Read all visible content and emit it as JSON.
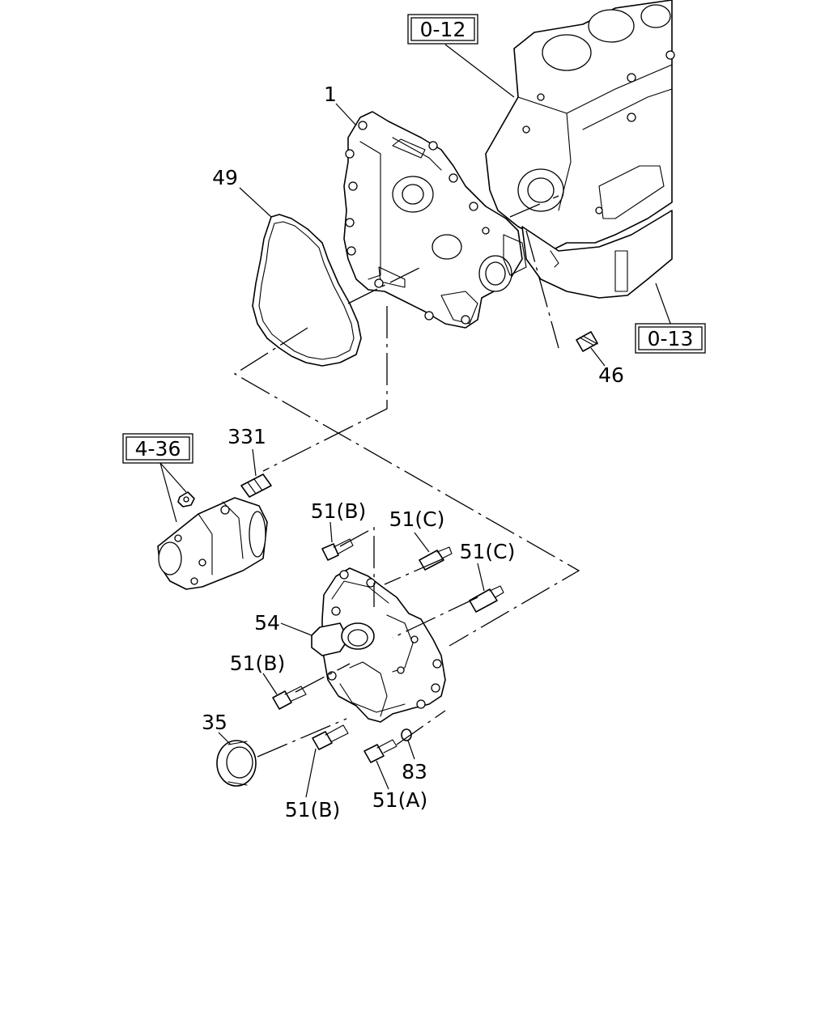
{
  "diagram": {
    "refs": [
      {
        "id": "ref-0-12",
        "text": "0-12"
      },
      {
        "id": "ref-0-13",
        "text": "0-13"
      },
      {
        "id": "ref-4-36",
        "text": "4-36"
      }
    ],
    "callouts": [
      {
        "id": "p1",
        "text": "1"
      },
      {
        "id": "p49",
        "text": "49"
      },
      {
        "id": "p46",
        "text": "46"
      },
      {
        "id": "p331",
        "text": "331"
      },
      {
        "id": "p51b-top",
        "text": "51(B)"
      },
      {
        "id": "p51c-1",
        "text": "51(C)"
      },
      {
        "id": "p51c-2",
        "text": "51(C)"
      },
      {
        "id": "p54",
        "text": "54"
      },
      {
        "id": "p51b-mid",
        "text": "51(B)"
      },
      {
        "id": "p35",
        "text": "35"
      },
      {
        "id": "p83",
        "text": "83"
      },
      {
        "id": "p51b-bot",
        "text": "51(B)"
      },
      {
        "id": "p51a",
        "text": "51(A)"
      }
    ]
  }
}
